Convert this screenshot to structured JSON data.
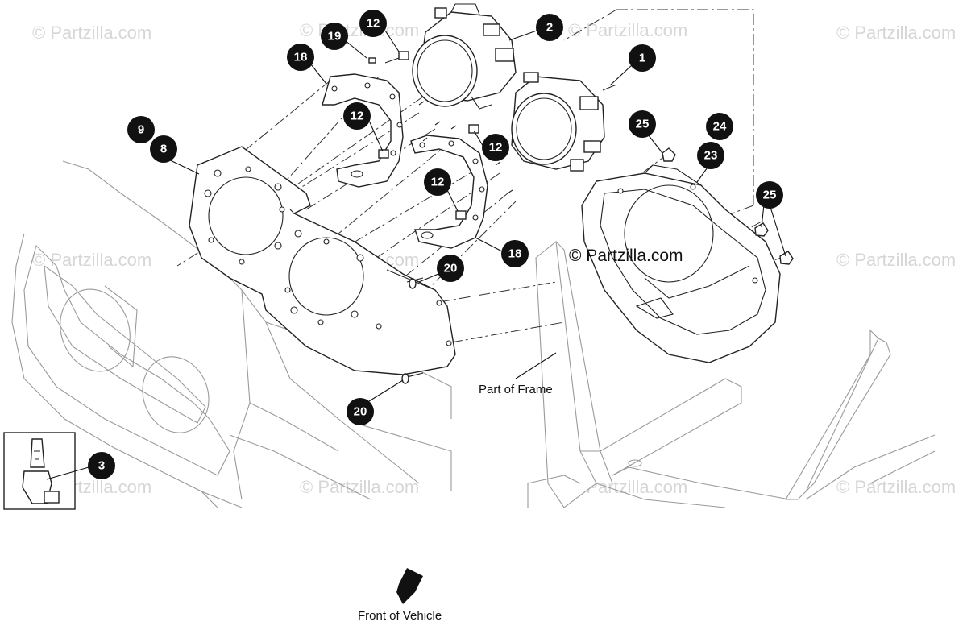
{
  "watermark": "© Partzilla.com",
  "brand": "© Partzilla.com",
  "labels": {
    "frame": "Part of Frame",
    "front": "Front of Vehicle"
  },
  "callouts": [
    {
      "id": "c1",
      "text": "1"
    },
    {
      "id": "c2",
      "text": "2"
    },
    {
      "id": "c3",
      "text": "3"
    },
    {
      "id": "c8",
      "text": "8"
    },
    {
      "id": "c9",
      "text": "9"
    },
    {
      "id": "c12a",
      "text": "12"
    },
    {
      "id": "c12b",
      "text": "12"
    },
    {
      "id": "c12c",
      "text": "12"
    },
    {
      "id": "c12d",
      "text": "12"
    },
    {
      "id": "c18a",
      "text": "18"
    },
    {
      "id": "c18b",
      "text": "18"
    },
    {
      "id": "c19",
      "text": "19"
    },
    {
      "id": "c20a",
      "text": "20"
    },
    {
      "id": "c20b",
      "text": "20"
    },
    {
      "id": "c23",
      "text": "23"
    },
    {
      "id": "c24",
      "text": "24"
    },
    {
      "id": "c25a",
      "text": "25"
    },
    {
      "id": "c25b",
      "text": "25"
    }
  ]
}
